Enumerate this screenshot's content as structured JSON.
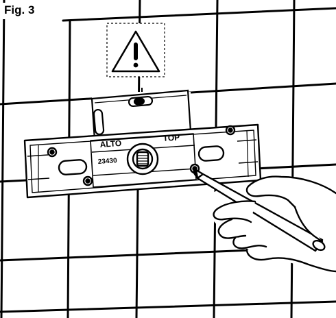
{
  "figure": {
    "label": "Fig. 3"
  },
  "plate": {
    "label_left": "ALTO",
    "label_right": "TOP",
    "part_number": "23430"
  },
  "icons": {
    "warning": "warning-triangle-icon"
  },
  "colors": {
    "line": "#000000",
    "background": "#ffffff",
    "level_bubble": "#000000"
  }
}
